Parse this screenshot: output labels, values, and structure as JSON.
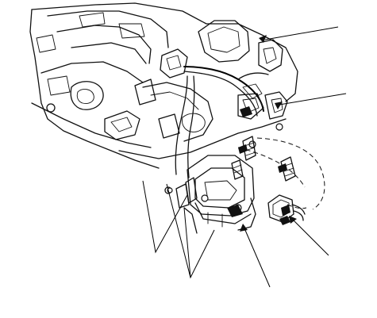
{
  "figure": {
    "style": "monochrome line drawing",
    "stroke_color": "#111111",
    "background": "#ffffff",
    "parts": [
      "engine-block",
      "wire-harness",
      "harness-connector",
      "mounting-bracket",
      "bolts",
      "electrical-connector",
      "reference-leaders"
    ]
  }
}
